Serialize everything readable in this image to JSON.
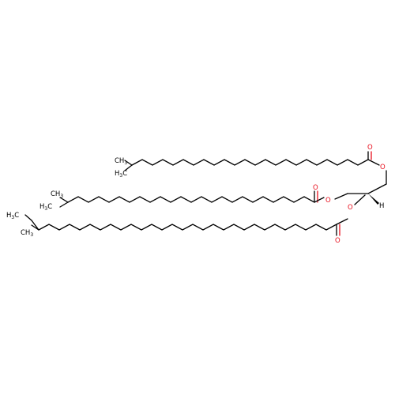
{
  "molecule": {
    "atoms": {
      "o_carbonyl_1": "O",
      "o_ester_1": "O",
      "o_carbonyl_2": "O",
      "o_ester_2": "O",
      "o_carbonyl_3": "O",
      "o_ester_3": "O",
      "hydrogen": "H"
    },
    "termini": {
      "t1_ch3": "CH",
      "t1_sub": "3",
      "t1_h3c": "H",
      "t1_h3c_sub": "3",
      "t1_h3c_c": "C",
      "t2_ch3": "CH",
      "t2_sub": "3",
      "t2_h3c": "H",
      "t2_h3c_sub": "3",
      "t2_h3c_c": "C",
      "t3_ch3": "CH",
      "t3_sub": "3",
      "t3_h3c": "H",
      "t3_h3c_sub": "3",
      "t3_h3c_c": "C"
    },
    "colors": {
      "bond": "#000000",
      "oxygen": "#e8101e"
    }
  }
}
